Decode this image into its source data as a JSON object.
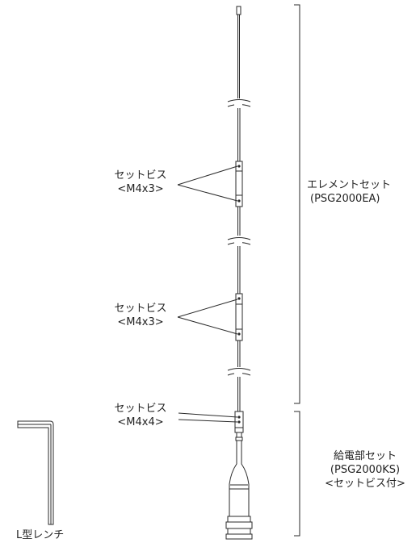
{
  "labels": {
    "set_screw_1": {
      "line1": "セットビス",
      "line2": "<M4x3>"
    },
    "set_screw_2": {
      "line1": "セットビス",
      "line2": "<M4x3>"
    },
    "set_screw_3": {
      "line1": "セットビス",
      "line2": "<M4x4>"
    },
    "element_set": {
      "line1": "エレメントセット",
      "line2": "(PSG2000EA)"
    },
    "feed_set": {
      "line1": "給電部セット",
      "line2": "(PSG2000KS)",
      "line3": "<セットビス付>"
    },
    "wrench": {
      "text": "L型レンチ"
    }
  },
  "colors": {
    "line": "#2a2a2a",
    "background": "#ffffff"
  }
}
